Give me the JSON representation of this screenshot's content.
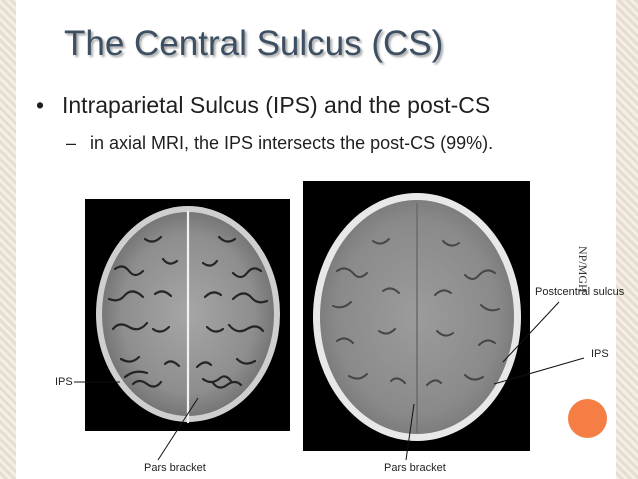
{
  "slide": {
    "title": "The Central Sulcus (CS)",
    "bullet_marker": "•",
    "bullet": "Intraparietal Sulcus (IPS) and the post-CS",
    "sub_marker": "–",
    "sub_bullet": "in axial MRI, the IPS intersects the post-CS (99%).",
    "watermark": "NP/MGH"
  },
  "labels": {
    "ips_left": "IPS",
    "pars_bracket_left": "Pars bracket",
    "postcentral_sulcus": "Postcentral sulcus",
    "ips_right": "IPS",
    "pars_bracket_right": "Pars bracket"
  },
  "colors": {
    "title": "#3d4f63",
    "accent_circle": "#f47e43",
    "border_pattern": "#e6ddd0"
  }
}
